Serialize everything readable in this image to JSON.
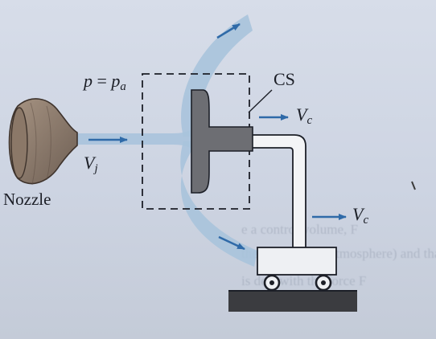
{
  "labels": {
    "pressure_lhs": "p",
    "pressure_eq": "=",
    "pressure_rhs": "p",
    "pressure_sub": "a",
    "control_surface": "CS",
    "vc_top": "V",
    "vc_top_sub": "c",
    "vj": "V",
    "vj_sub": "j",
    "nozzle": "Nozzle",
    "vc_bottom": "V",
    "vc_bottom_sub": "c"
  },
  "background_text": [
    "e a control volume, F",
    "the bott     and the atmosphere) and that cuts",
    "is desi        with the force F"
  ],
  "colors": {
    "background": "#d3d9e6",
    "jet": "#a9c3dc",
    "arrow": "#2f6aa8",
    "vane": "#6d6e73",
    "line": "#1c1f27",
    "ground": "#3b3c40"
  }
}
